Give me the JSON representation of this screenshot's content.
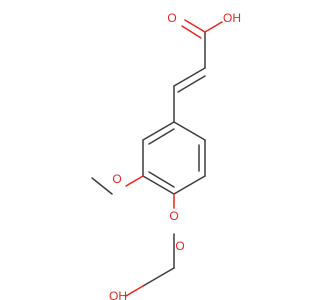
{
  "molecule": {
    "atoms": {
      "acid_top_oxygen": "O",
      "acid_top_hydroxyl": "OH",
      "methoxy_oxygen": "O",
      "ether_oxygen": "O",
      "acid_bottom_oxygen": "O",
      "acid_bottom_hydroxyl": "OH"
    }
  },
  "colors": {
    "carbon_bond": "#3c3c3c",
    "oxygen": "#e8261f",
    "background": "#ffffff"
  }
}
